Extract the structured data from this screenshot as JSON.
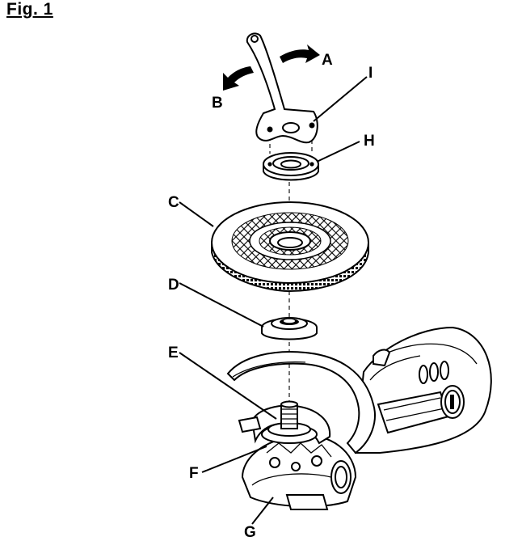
{
  "figure": {
    "title": "Fig. 1",
    "callouts": {
      "A": "A",
      "B": "B",
      "C": "C",
      "D": "D",
      "E": "E",
      "F": "F",
      "G": "G",
      "H": "H",
      "I": "I"
    }
  }
}
